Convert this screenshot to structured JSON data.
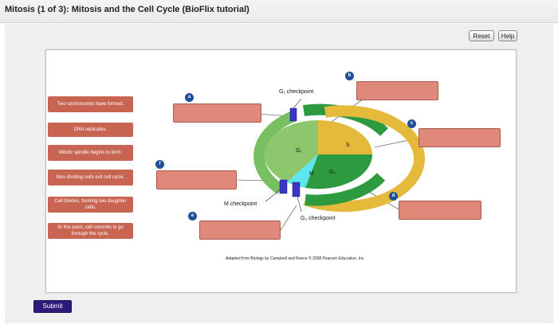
{
  "app": {
    "title": "Mitosis (1 of 3): Mitosis and the Cell Cycle (BioFlix tutorial)"
  },
  "toolbar": {
    "reset_label": "Reset",
    "help_label": "Help"
  },
  "labels": [
    {
      "text": "Two centrosomes have formed."
    },
    {
      "text": "DNA replicates."
    },
    {
      "text": "Mitotic spindle begins to form."
    },
    {
      "text": "Non-dividing cells exit cell cycle."
    },
    {
      "text": "Cell divides, forming two daughter cells."
    },
    {
      "text": "At this point, cell commits to go through the cycle."
    }
  ],
  "targets": [
    {
      "letter": "a"
    },
    {
      "letter": "b"
    },
    {
      "letter": "c"
    },
    {
      "letter": "d"
    },
    {
      "letter": "e"
    },
    {
      "letter": "f"
    }
  ],
  "diagram": {
    "g1_checkpoint": "G₁ checkpoint",
    "m_checkpoint": "M checkpoint",
    "g2_checkpoint": "G₂ checkpoint",
    "phase_g1": "G₁",
    "phase_s": "S",
    "phase_g2": "G₂",
    "phase_m": "M",
    "caption": "Adapted from Biology by Campbell and Reece © 2008 Pearson Education, Inc.",
    "colors": {
      "g1": "#8cc76d",
      "s": "#e5b93a",
      "g2": "#2e9a3f",
      "m": "#5ee6f0",
      "ring": "#77c061",
      "target": "#e0897a",
      "tile": "#c86452"
    }
  },
  "footer": {
    "submit_label": "Submit"
  }
}
